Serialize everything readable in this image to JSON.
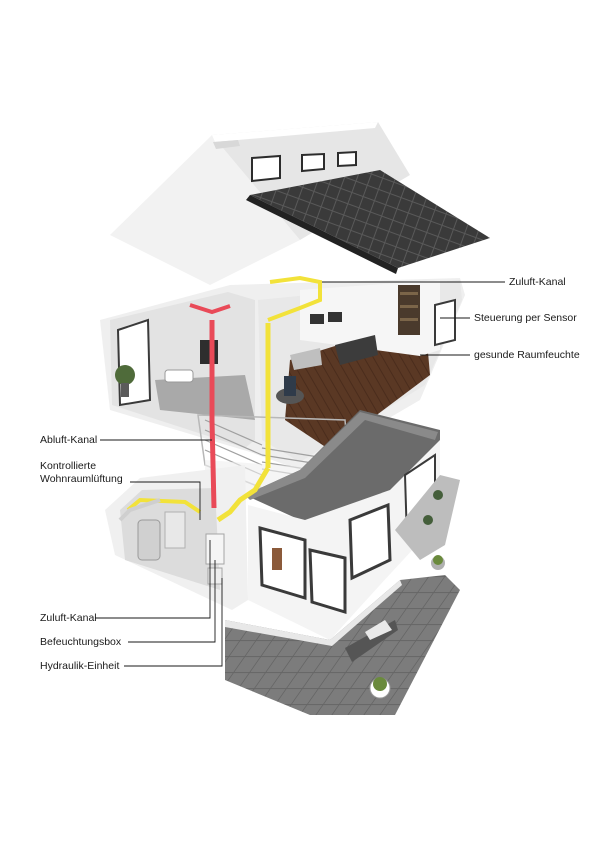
{
  "labels": {
    "right": [
      {
        "text": "Zuluft-Kanal"
      },
      {
        "text": "Steuerung per Sensor"
      },
      {
        "text": "gesunde Raumfeuchte"
      }
    ],
    "left": [
      {
        "text": "Abluft-Kanal"
      },
      {
        "text": "Kontrollierte Wohnraumlüftung"
      },
      {
        "text": "Zuluft-Kanal"
      },
      {
        "text": "Befeuchtungsbox"
      },
      {
        "text": "Hydraulik-Einheit"
      }
    ]
  },
  "colors": {
    "supply_duct": "#f2e23a",
    "exhaust_duct": "#e94a58",
    "roof_tiles": "#3c3c3c",
    "walls": "#f4f4f4",
    "wood_floor": "#5a3824",
    "terrace_tiles": "#7f7f7f"
  }
}
